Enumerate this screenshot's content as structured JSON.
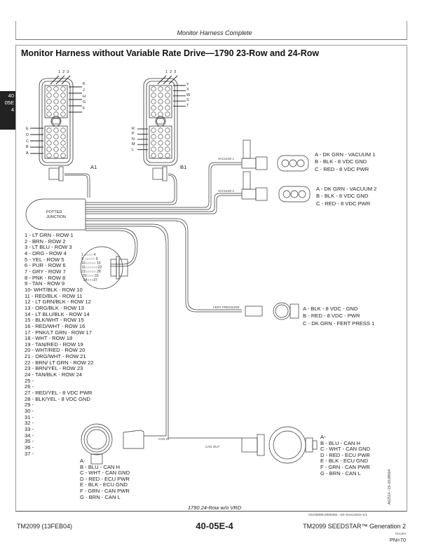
{
  "page_header": {
    "section_title": "Monitor Harness Complete"
  },
  "side_tab": {
    "line1": "40",
    "line2": "05E",
    "line3": "4"
  },
  "figure": {
    "title": "Monitor Harness without Variable Rate Drive—1790 23-Row and 24-Row",
    "caption": "1790 24-Row w/o VRD",
    "figure_id": "OUO6089,0000484   –19–04AUG03–1/1",
    "art_number": "A62514   –19–20JAN04",
    "connector_a1": {
      "name": "A1",
      "pin_columns": [
        "1",
        "2",
        "3"
      ],
      "upper_rows": [
        "K",
        "J",
        "H",
        "G",
        "F"
      ],
      "lower_rows": [
        "E",
        "D",
        "C",
        "B",
        "A"
      ]
    },
    "connector_b1": {
      "name": "B1",
      "pin_columns": [
        "1",
        "2",
        "3"
      ],
      "upper_rows": [
        "Y",
        "X",
        "W",
        "S",
        "T"
      ],
      "lower_rows": [
        "R",
        "P",
        "N",
        "M",
        "L"
      ]
    },
    "potted_junction": "POTTED\nJUNCTION",
    "vacuum1": {
      "label": "VACUUM 1",
      "pins": [
        "A - DK GRN - VACUUM 1",
        "B - BLK - 8 VDC GND",
        "C - RED - 8 VDC PWR"
      ]
    },
    "vacuum2": {
      "label": "VACUUM 2",
      "pins": [
        "A - DK GRN - VACUUM 2",
        "B - BLK - 8 VDC GND",
        "C - RED - 8 VDC PWR"
      ]
    },
    "fert_pressure": {
      "label": "FERT PRESSURE",
      "pins": [
        "A - BLK - 8 VDC - GND",
        "B - RED - 8 VDC - PWR",
        "C - DK GRN - FERT PRESS 1"
      ]
    },
    "round_connector_37": {
      "pin_row_labels": [
        "1",
        "4",
        "5",
        "9",
        "10",
        "15",
        "16",
        "22",
        "23",
        "28",
        "29",
        "33",
        "34",
        "37"
      ],
      "pins": [
        "1 - LT GRN - ROW 1",
        "2 - BRN - ROW 2",
        "3 - LT BLU - ROW 3",
        "4 - ORG - ROW 4",
        "5 - YEL - ROW 5",
        "6 - PUR - ROW 6",
        "7 - GRY - ROW 7",
        "8 - PNK - ROW 8",
        "9 - TAN - ROW 9",
        "10- WHT/BLK - ROW 10",
        "11 - RED/BLK - ROW 11",
        "12 - LT GRN/BLK - ROW 12",
        "13 - ORG/BLK - ROW 13",
        "14 - LT BLU/BLK - ROW 14",
        "15 - BLK/WHT - ROW 15",
        "16 - RED/WHT - ROW 16",
        "17 - PNK/LT GRN - ROW 17",
        "18 - WHT - ROW 18",
        "19 - TAN/RED - ROW 19",
        "20 - WHT/RED - ROW 20",
        "21 - ORG/WHT - ROW 21",
        "22 - BRN/ LT GRN - ROW 22",
        "23 - BRN/YEL - ROW 23",
        "24 - TAN/BLK - ROW 24",
        "25 -",
        "26 -",
        "27 - RED/YEL - 8 VDC PWR",
        "28 - BLK/YEL - 8 VDC GND",
        "29 -",
        "30 -",
        "31 -",
        "32 -",
        "33 -",
        "34 -",
        "35 -",
        "36 -",
        "37 -"
      ]
    },
    "can_in": {
      "label": "CAN IN",
      "pins": [
        "A-",
        "B - BLU - CAN H",
        "C - WHT - CAN GND",
        "D - RED - ECU PWR",
        "E - BLK - ECU GND",
        "F - GRN - CAN PWR",
        "G - BRN - CAN L"
      ]
    },
    "can_out": {
      "label": "CAN OUT",
      "pins": [
        "A-",
        "B - BLU - CAN H",
        "C - WHT - CAN GND",
        "D - RED - ECU PWR",
        "E - BLK - ECU GND",
        "F - GRN - CAN PWR",
        "G - BRN - CAN L"
      ]
    }
  },
  "footer": {
    "left": "TM2099 (13FEB04)",
    "center": "40-05E-4",
    "right": "TM2099 SEEDSTAR™ Generation 2",
    "code": "021304",
    "page_number": "PN=70"
  }
}
